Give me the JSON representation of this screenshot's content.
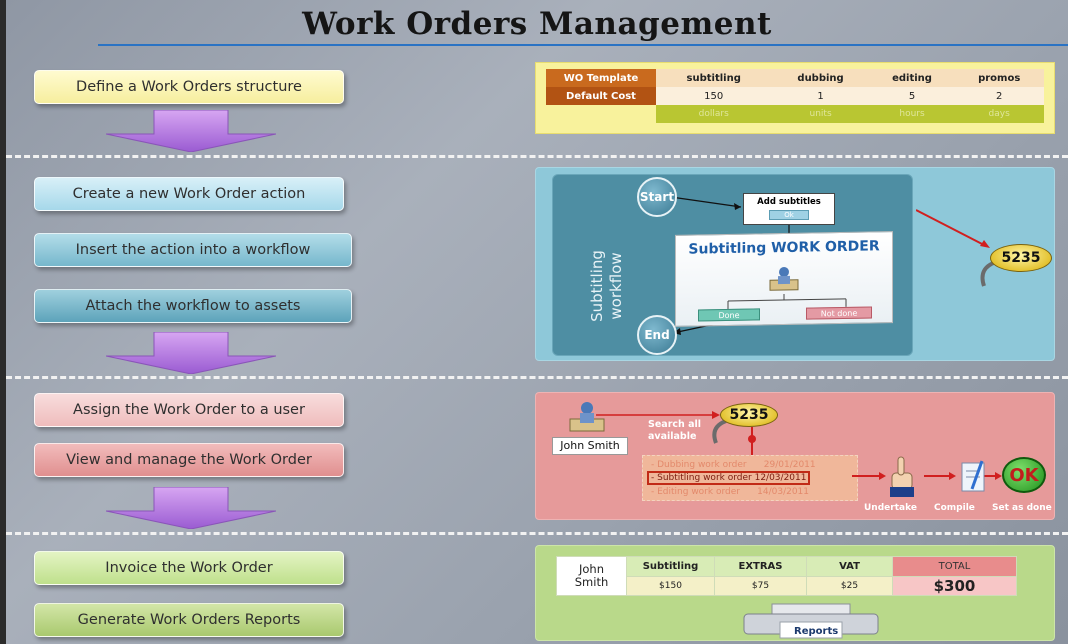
{
  "title": "Work Orders Management",
  "steps": {
    "define": "Define a Work Orders structure",
    "create": "Create a new Work Order action",
    "insert": "Insert the action into a  workflow",
    "attach": "Attach the workflow to assets",
    "assign": "Assign the Work Order to a user",
    "view": "View and manage the Work Order",
    "invoice": "Invoice the Work Order",
    "reports": "Generate Work Orders Reports"
  },
  "wo_structure": {
    "header_label": "WO Template",
    "cost_label": "Default Cost",
    "columns": [
      "subtitling",
      "dubbing",
      "editing",
      "promos"
    ],
    "costs": [
      "150",
      "1",
      "5",
      "2"
    ],
    "units": [
      "dollars",
      "units",
      "hours",
      "days"
    ]
  },
  "workflow": {
    "side_label_1": "Subtitling",
    "side_label_2": "workflow",
    "start": "Start",
    "end": "End",
    "task_label": "Add subtitles",
    "task_ok": "Ok",
    "order_title": "Subtitling WORK ORDER",
    "done": "Done",
    "not_done": "Not done",
    "wo_number": "5235"
  },
  "assignment": {
    "user": "John Smith",
    "search_line1": "Search all",
    "search_line2": "available",
    "wo_number": "5235",
    "orders": [
      {
        "name": "- Dubbing work order",
        "date": "29/01/2011"
      },
      {
        "name": "- Subtitling work order",
        "date": "12/03/2011"
      },
      {
        "name": "- Editing work order",
        "date": "14/03/2011"
      }
    ],
    "undertake": "Undertake",
    "compile": "Compile",
    "set_done": "Set as done",
    "ok": "OK"
  },
  "invoice": {
    "person_first": "John",
    "person_last": "Smith",
    "headers": [
      "Subtitling",
      "EXTRAS",
      "VAT"
    ],
    "values": [
      "$150",
      "$75",
      "$25"
    ],
    "total_label": "TOTAL",
    "total_value": "$300",
    "reports": "Reports"
  }
}
